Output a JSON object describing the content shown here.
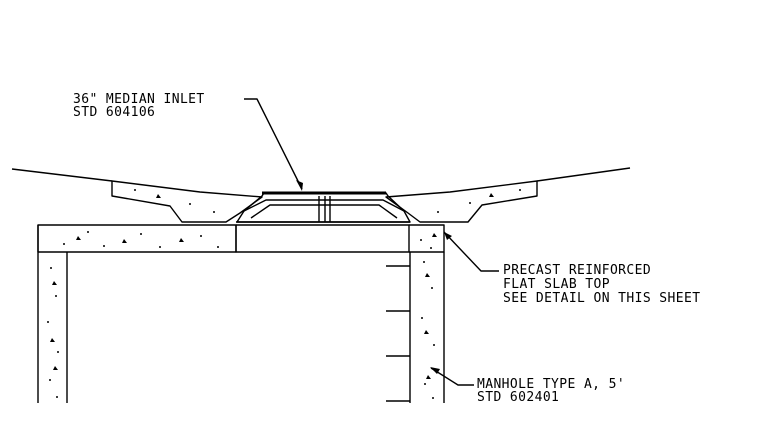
{
  "labels": {
    "inlet_line1": "36\" MEDIAN INLET",
    "inlet_line2": "STD 604106",
    "slab_line1": "PRECAST REINFORCED",
    "slab_line2": "FLAT SLAB TOP",
    "slab_line3": "SEE DETAIL ON THIS SHEET",
    "manhole_line1": "MANHOLE TYPE A, 5'",
    "manhole_line2": "STD 602401"
  },
  "colors": {
    "line": "#000000",
    "background": "#ffffff"
  }
}
